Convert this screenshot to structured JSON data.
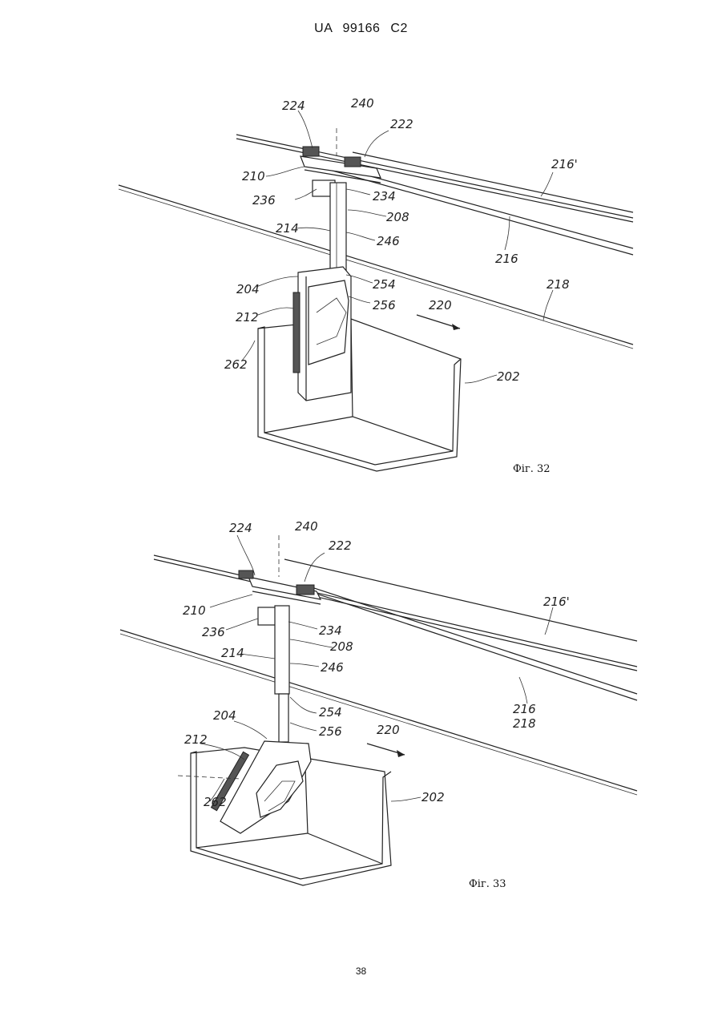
{
  "header": {
    "doc_id": "UA   99166   C2"
  },
  "page_number": "38",
  "figures": [
    {
      "caption": "Фіг. 32",
      "labels": {
        "l224": "224",
        "l240": "240",
        "l222": "222",
        "l216p": "216'",
        "l210": "210",
        "l236": "236",
        "l234": "234",
        "l208": "208",
        "l214": "214",
        "l246": "246",
        "l216": "216",
        "l204": "204",
        "l254": "254",
        "l218": "218",
        "l256": "256",
        "l212": "212",
        "l220": "220",
        "l262": "262",
        "l202": "202"
      }
    },
    {
      "caption": "Фіг. 33",
      "labels": {
        "l224": "224",
        "l240": "240",
        "l222": "222",
        "l216p": "216'",
        "l210": "210",
        "l236": "236",
        "l234": "234",
        "l208": "208",
        "l214": "214",
        "l246": "246",
        "l216": "216",
        "l218": "218",
        "l254": "254",
        "l204": "204",
        "l256": "256",
        "l220": "220",
        "l212": "212",
        "l262": "262",
        "l202": "202"
      }
    }
  ]
}
